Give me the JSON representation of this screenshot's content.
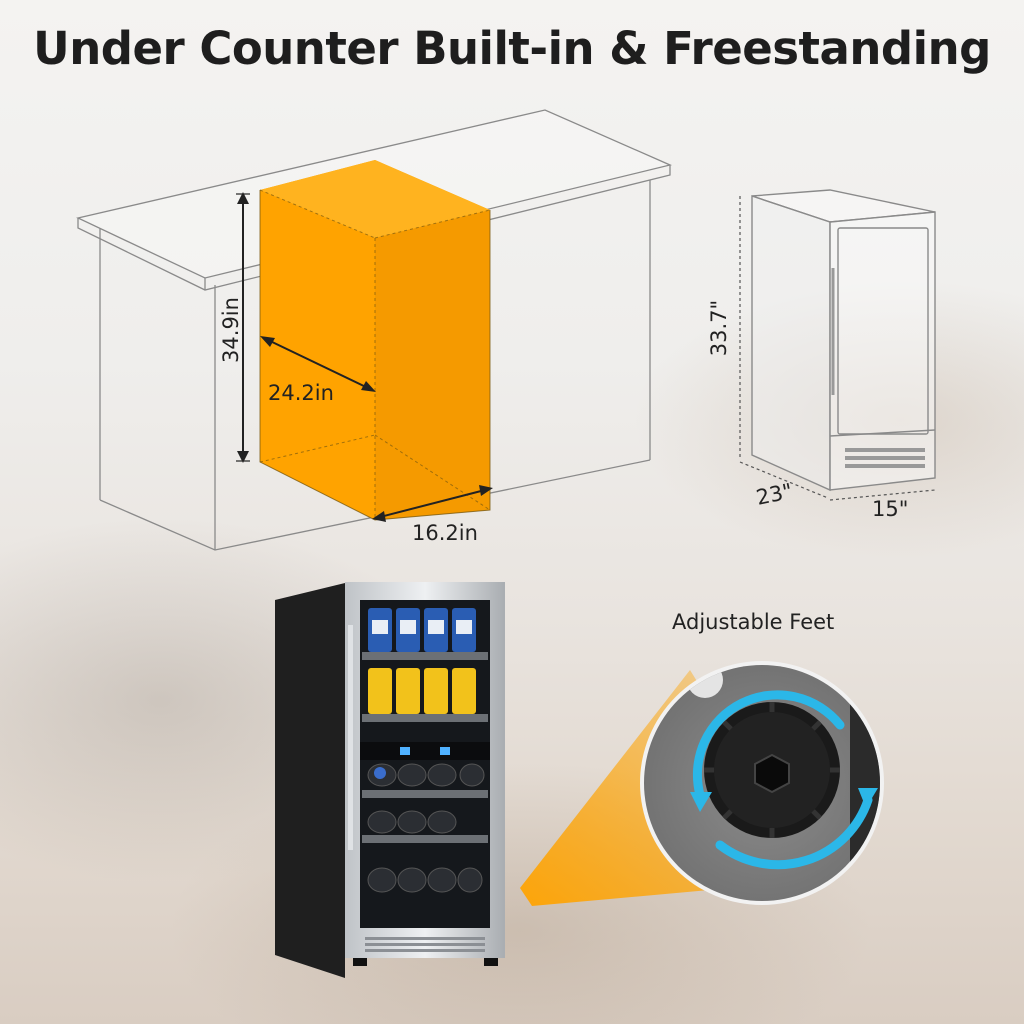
{
  "title": "Under Counter Built-in & Freestanding",
  "builtin": {
    "height": "34.9in",
    "depth": "24.2in",
    "width": "16.2in"
  },
  "freestanding": {
    "height": "33.7\"",
    "depth": "23\"",
    "width": "15\""
  },
  "feature": {
    "label": "Adjustable Feet"
  },
  "colors": {
    "cutout": "#ffa300",
    "title": "#1e1e1e",
    "arrow": "#2bb7e8"
  }
}
